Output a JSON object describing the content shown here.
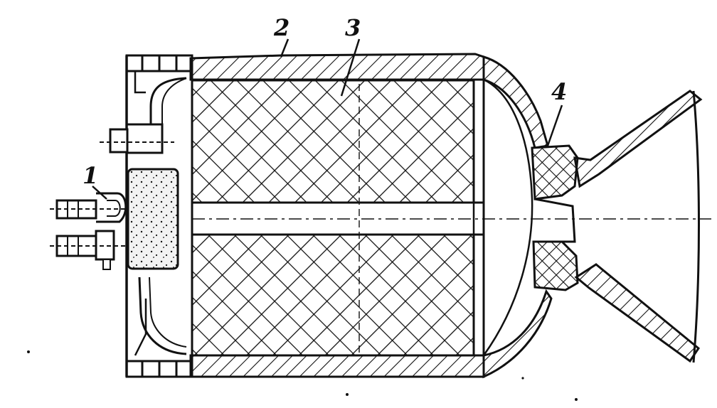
{
  "diagram": {
    "callouts": [
      {
        "id": "1",
        "text": "1"
      },
      {
        "id": "2",
        "text": "2"
      },
      {
        "id": "3",
        "text": "3"
      },
      {
        "id": "4",
        "text": "4"
      }
    ],
    "colors": {
      "ink": "#111111",
      "paper": "#ffffff",
      "igniter_fill": "#f2f2f2"
    }
  }
}
